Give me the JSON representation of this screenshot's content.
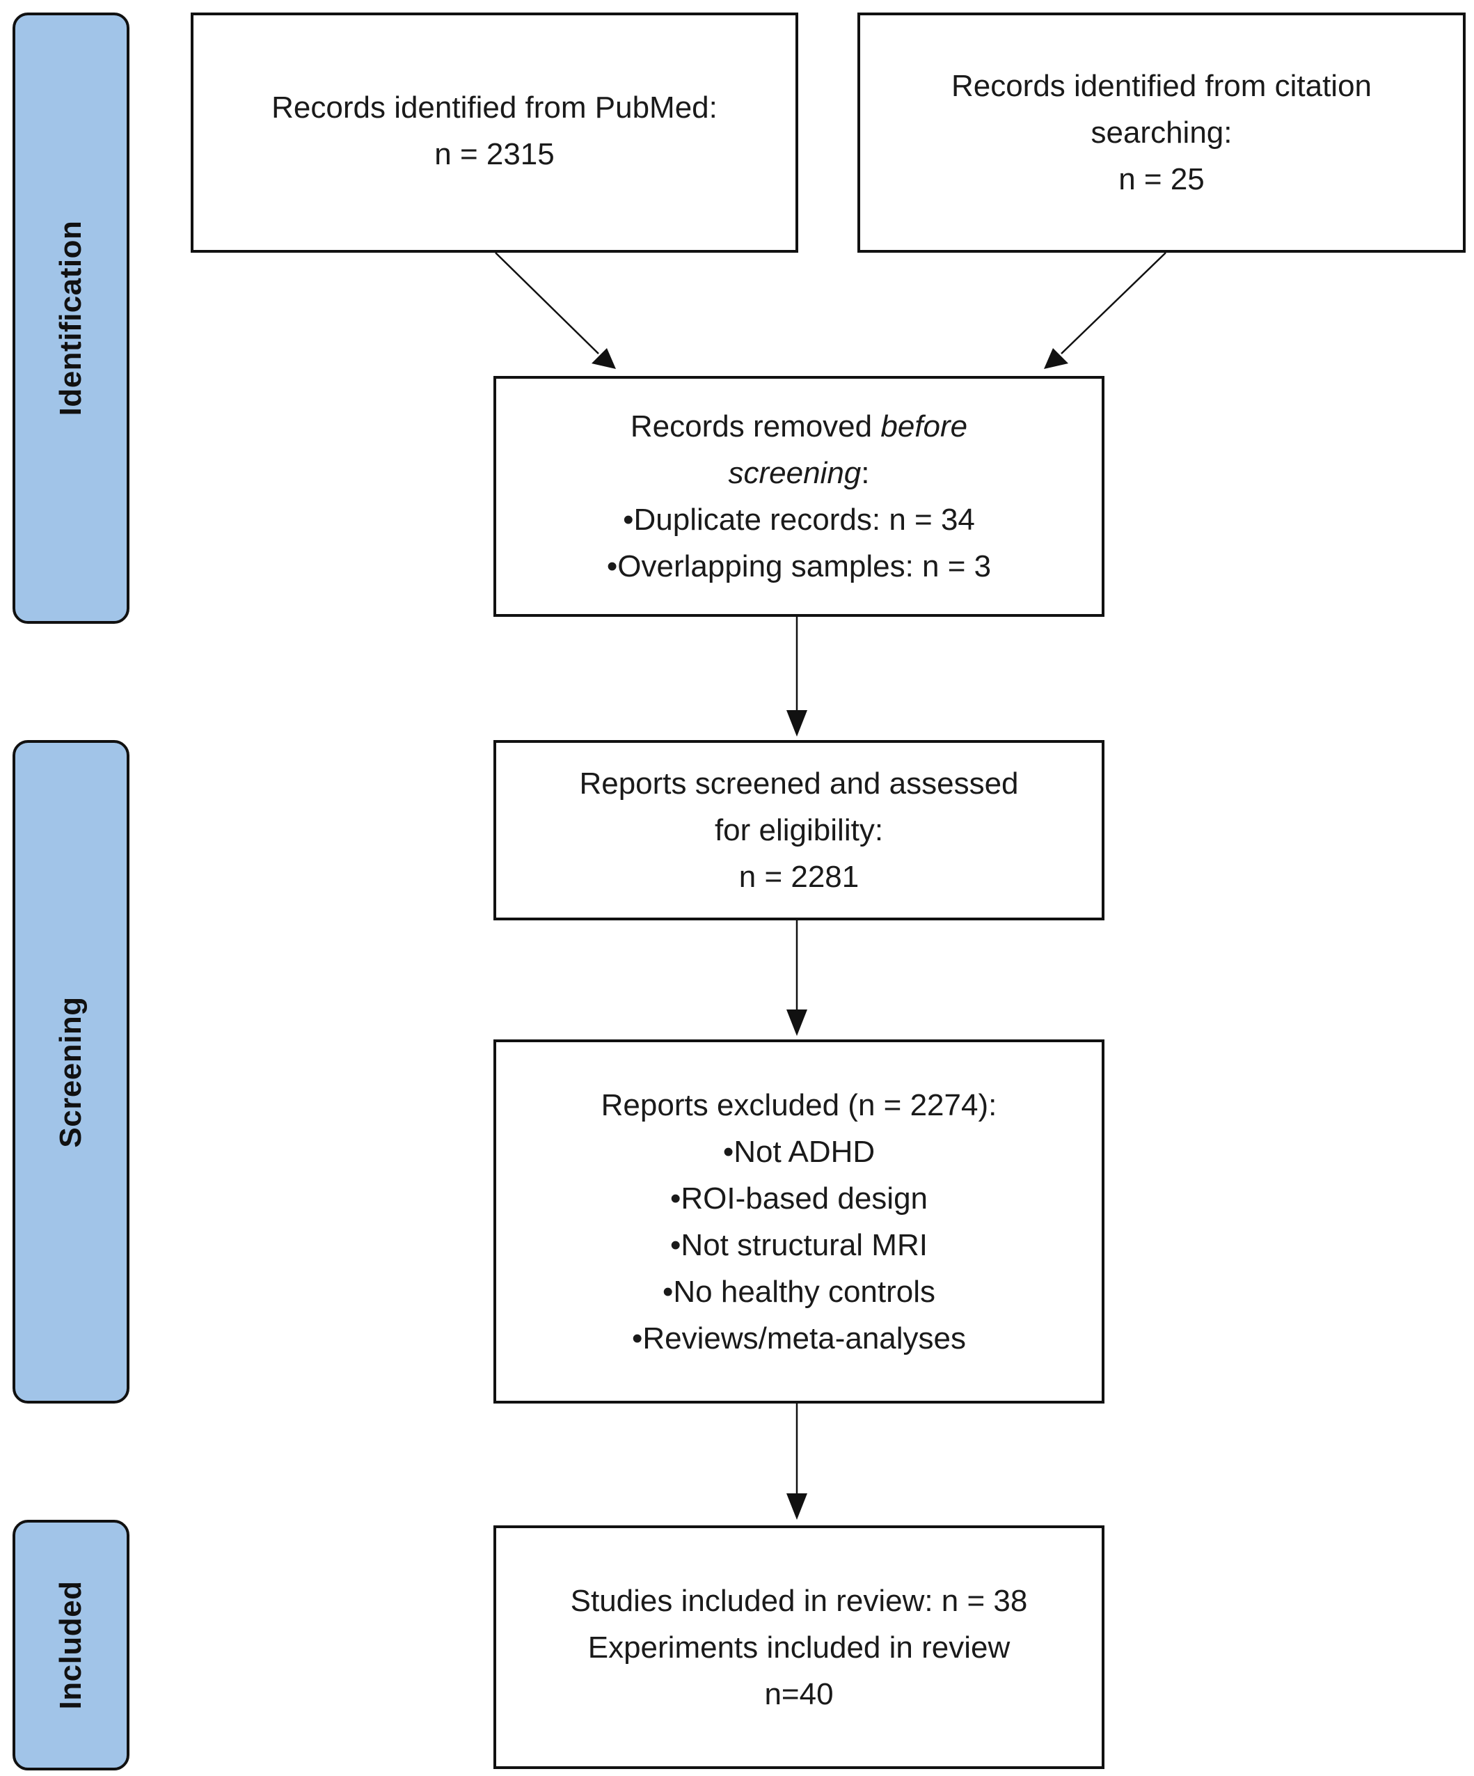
{
  "phases": {
    "identification": "Identification",
    "screening": "Screening",
    "included": "Included"
  },
  "boxes": {
    "pubmed": {
      "line1": "Records identified from PubMed:",
      "line2": "n = 2315"
    },
    "citation": {
      "line1": "Records identified from citation",
      "line2": "searching:",
      "line3": "n = 25"
    },
    "removed": {
      "line1_plain": "Records removed ",
      "line1_italic": "before",
      "line2_italic": "screening",
      "line2_plain": ":",
      "line3": "•Duplicate records: n = 34",
      "line4": "•Overlapping samples: n = 3"
    },
    "screened": {
      "line1": "Reports screened and assessed",
      "line2": "for eligibility:",
      "line3": "n = 2281"
    },
    "excluded": {
      "line1": "Reports excluded (n = 2274):",
      "reasons": [
        "•Not ADHD",
        "•ROI-based design",
        "•Not structural MRI",
        "•No healthy controls",
        "•Reviews/meta-analyses"
      ]
    },
    "included": {
      "line1": "Studies included in review: n = 38",
      "line2": "Experiments included in review",
      "line3": "n=40"
    }
  },
  "colors": {
    "phase_fill": "#a1c4e8",
    "border": "#111111"
  }
}
